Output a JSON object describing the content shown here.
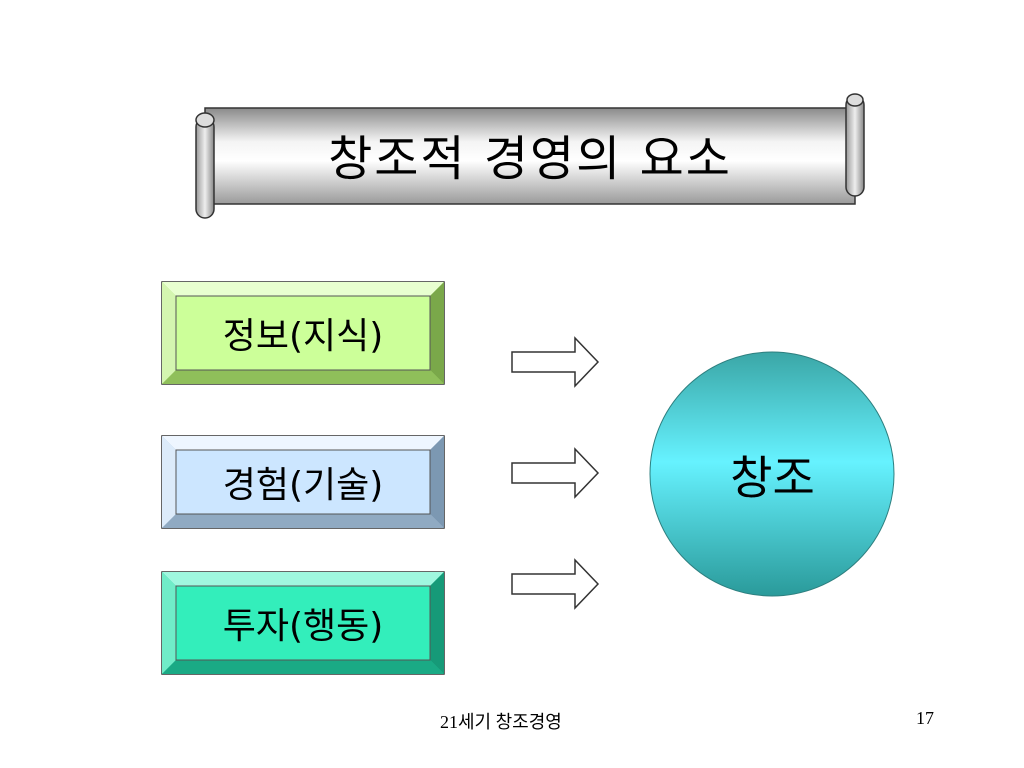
{
  "title": "창조적 경영의 요소",
  "elements": [
    {
      "label": "정보(지식)",
      "color": "#ccff99"
    },
    {
      "label": "경험(기술)",
      "color": "#cce6ff"
    },
    {
      "label": "투자(행동)",
      "color": "#33eebb"
    }
  ],
  "result": {
    "label": "창조",
    "color": "#66f2ff"
  },
  "footer": {
    "text": "21세기 창조경영",
    "page": "17"
  }
}
